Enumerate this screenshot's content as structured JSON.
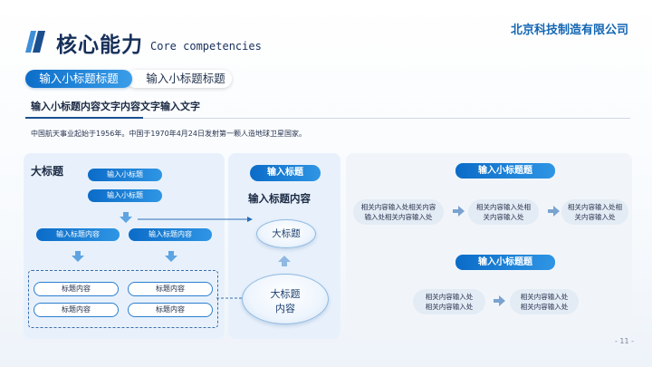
{
  "header": {
    "title_cn": "核心能力",
    "title_en": "Core competencies",
    "company": "北京科技制造有限公司"
  },
  "tabs": [
    {
      "label": "输入小标题标题",
      "active": true
    },
    {
      "label": "输入小标题标题",
      "active": false
    }
  ],
  "subheading": "输入小标题内容文字内容文字输入文字",
  "description": "中国航天事业起始于1956年。中国于1970年4月24日发射第一颗人造地球卫星国家。",
  "left_panel": {
    "title": "大标题",
    "top_pills": [
      "输入小标题",
      "输入小标题"
    ],
    "mid_pills": [
      "输入标题内容",
      "输入标题内容"
    ],
    "grid_items": [
      "标题内容",
      "标题内容",
      "标题内容",
      "标题内容"
    ]
  },
  "mid_panel": {
    "pill": "输入标题",
    "content": "输入标题内容",
    "small_oval": "大标题",
    "big_oval_line1": "大标题",
    "big_oval_line2": "内容"
  },
  "right_panel": {
    "row1_title": "输入小标题题",
    "row1_items": [
      [
        "相关内容输入处相关内容",
        "输入处相关内容输入处"
      ],
      [
        "相关内容输入处相",
        "关内容输入处"
      ],
      [
        "相关内容输入处相",
        "关内容输入处"
      ]
    ],
    "row2_title": "输入小标题题",
    "row2_items": [
      [
        "相关内容输入处",
        "相关内容输入处"
      ],
      [
        "相关内容输入处",
        "相关内容输入处"
      ]
    ]
  },
  "page_number": "- 11 -",
  "colors": {
    "accent": "#1366b3",
    "navy": "#17305a",
    "pill": "#0b6cc8"
  }
}
